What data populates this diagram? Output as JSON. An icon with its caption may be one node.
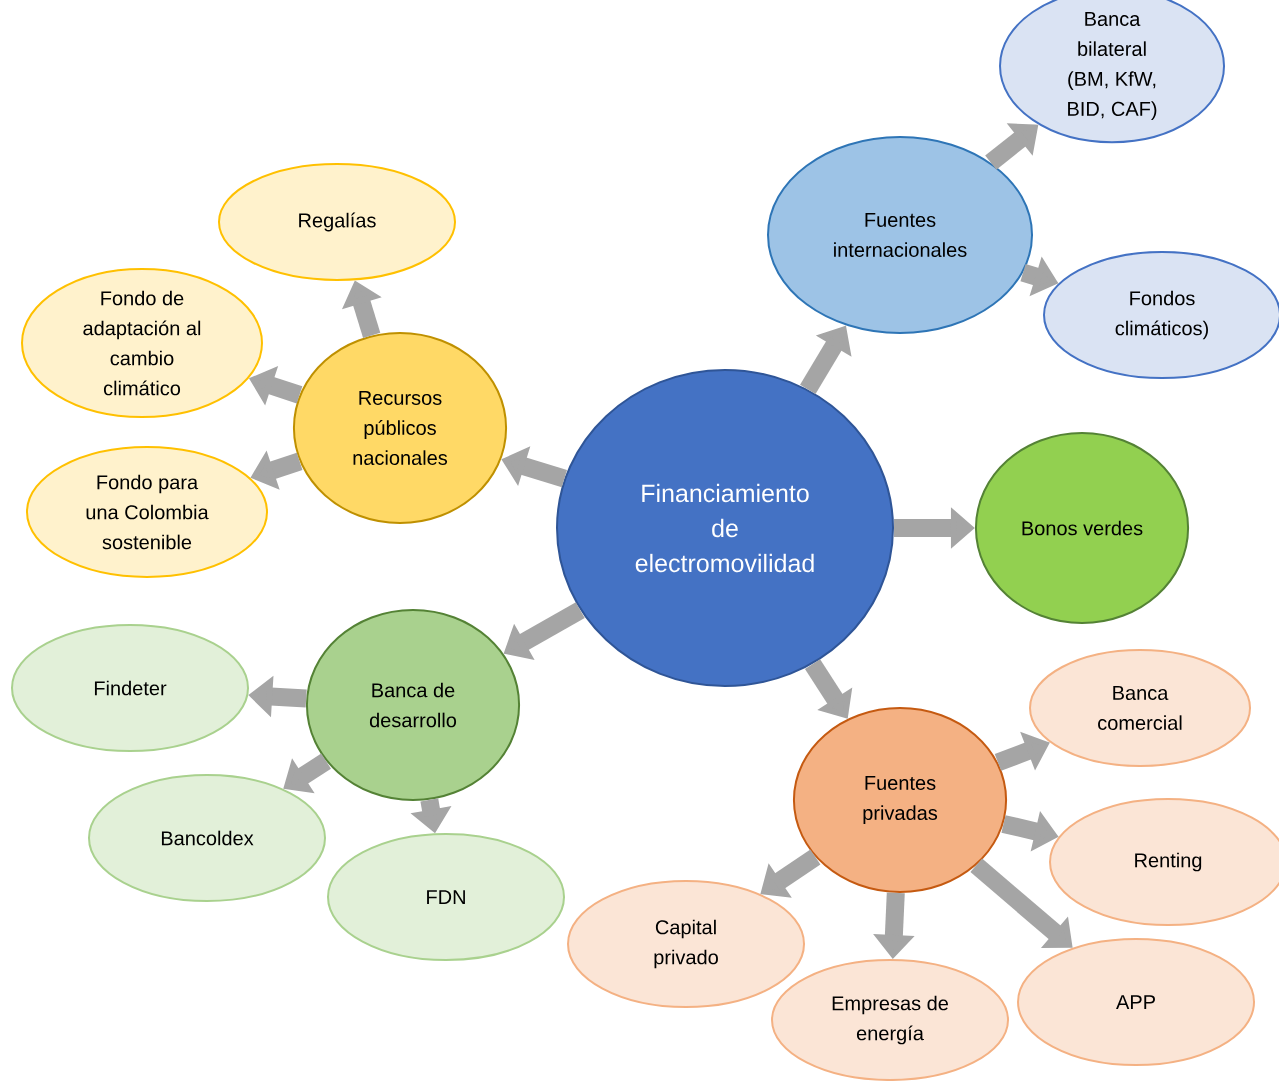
{
  "diagram": {
    "nodes": [
      {
        "text": [
          "Financiamiento de electromovilidad"
        ]
      },
      {
        "text": [
          "Recursos públicos nacionales"
        ]
      },
      {
        "text": [
          "Regalías"
        ]
      },
      {
        "text": [
          "Fondo de adaptación al cambio climático"
        ]
      },
      {
        "text": [
          "Fondo para una Colombia sostenible"
        ]
      },
      {
        "text": [
          "Fuentes internacionales"
        ]
      },
      {
        "text": [
          "Banca bilateral (BM, KfW, BID, CAF)"
        ]
      },
      {
        "text": [
          "Fondos climáticos)"
        ]
      },
      {
        "text": [
          "Bonos verdes"
        ]
      },
      {
        "text": [
          "Banca de desarrollo"
        ]
      },
      {
        "text": [
          "Findeter"
        ]
      },
      {
        "text": [
          "Bancoldex"
        ]
      },
      {
        "text": [
          "FDN"
        ]
      },
      {
        "text": [
          "Fuentes privadas"
        ]
      },
      {
        "text": [
          "Banca comercial"
        ]
      },
      {
        "text": [
          "Renting"
        ]
      },
      {
        "text": [
          "Capital privado"
        ]
      },
      {
        "text": [
          "Empresas de energía"
        ]
      },
      {
        "text": [
          "APP"
        ]
      }
    ],
    "edges": [
      {
        "from": 0,
        "to": 1,
        "arrow": "to"
      },
      {
        "from": 0,
        "to": 5,
        "arrow": "to"
      },
      {
        "from": 0,
        "to": 8,
        "arrow": "to"
      },
      {
        "from": 0,
        "to": 9,
        "arrow": "to"
      },
      {
        "from": 0,
        "to": 13,
        "arrow": "to"
      },
      {
        "from": 1,
        "to": 2,
        "arrow": "to"
      },
      {
        "from": 1,
        "to": 3,
        "arrow": "to"
      },
      {
        "from": 1,
        "to": 4,
        "arrow": "to"
      },
      {
        "from": 5,
        "to": 6,
        "arrow": "to"
      },
      {
        "from": 5,
        "to": 7,
        "arrow": "to"
      },
      {
        "from": 9,
        "to": 10,
        "arrow": "to"
      },
      {
        "from": 9,
        "to": 11,
        "arrow": "to"
      },
      {
        "from": 9,
        "to": 12,
        "arrow": "to"
      },
      {
        "from": 13,
        "to": 14,
        "arrow": "to"
      },
      {
        "from": 13,
        "to": 15,
        "arrow": "to"
      },
      {
        "from": 13,
        "to": 16,
        "arrow": "to"
      },
      {
        "from": 13,
        "to": 17,
        "arrow": "to"
      },
      {
        "from": 13,
        "to": 18,
        "arrow": "to"
      }
    ]
  }
}
